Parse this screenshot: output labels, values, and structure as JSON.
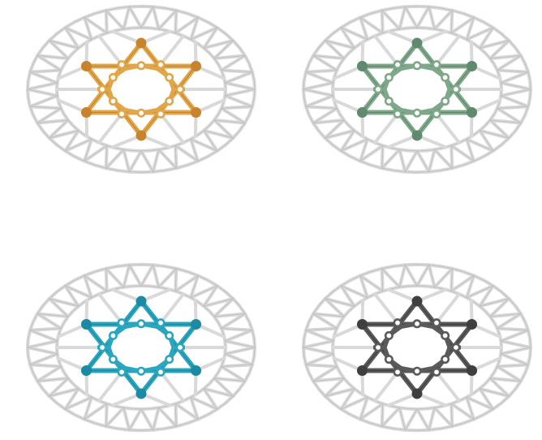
{
  "rotors": [
    {
      "id": "r1",
      "name": "orange-star-rotor",
      "star_color": "#e2a64a",
      "star_shade": "#c8842c"
    },
    {
      "id": "r2",
      "name": "sage-star-rotor",
      "star_color": "#7fa88b",
      "star_shade": "#5f8a6e"
    },
    {
      "id": "r3",
      "name": "teal-star-rotor",
      "star_color": "#2aa6bf",
      "star_shade": "#1b8aa2"
    },
    {
      "id": "r4",
      "name": "graphite-star-rotor",
      "star_color": "#5a5a5a",
      "star_shade": "#3f3f3f"
    }
  ],
  "lattice_color": "#d9d9d9",
  "lattice_outline": "#bdbdbd"
}
